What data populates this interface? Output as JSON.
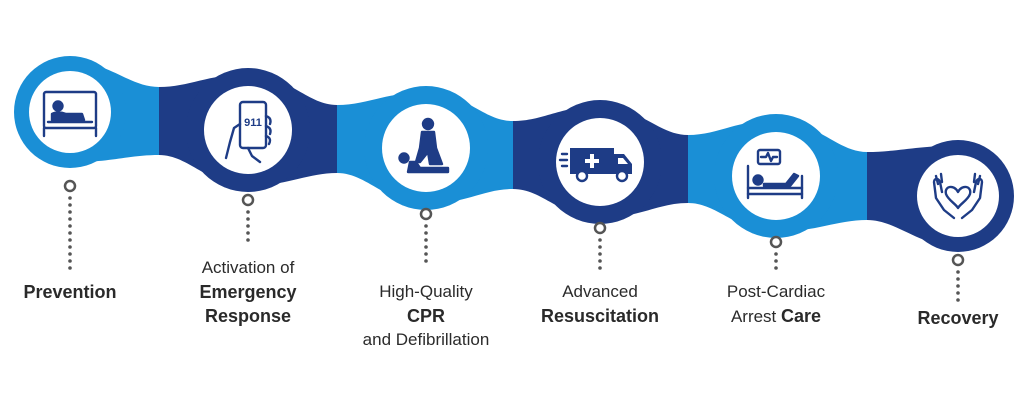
{
  "colors": {
    "light_blue": "#1a8fd6",
    "dark_blue": "#1e3c86",
    "connector": "#555555",
    "icon_stroke": "#1e3c86"
  },
  "steps": [
    {
      "id": "prevention",
      "icon": "bed-icon",
      "ring": "light",
      "lines": [
        {
          "text": "Prevention",
          "bold": true
        }
      ]
    },
    {
      "id": "activation",
      "icon": "phone-911-icon",
      "ring": "dark",
      "phone_text": "911",
      "lines": [
        {
          "text": "Activation of",
          "bold": false
        },
        {
          "text": "Emergency",
          "bold": true
        },
        {
          "text": "Response",
          "bold": true
        }
      ]
    },
    {
      "id": "cpr",
      "icon": "cpr-icon",
      "ring": "light",
      "lines": [
        {
          "text": "High-Quality",
          "bold": false
        },
        {
          "text": "CPR",
          "bold": true
        },
        {
          "text": "and Defibrillation",
          "bold": false
        }
      ]
    },
    {
      "id": "resuscitation",
      "icon": "ambulance-icon",
      "ring": "dark",
      "lines": [
        {
          "text": "Advanced",
          "bold": false
        },
        {
          "text": "Resuscitation",
          "bold": true
        }
      ]
    },
    {
      "id": "post-cardiac",
      "icon": "hospital-bed-icon",
      "ring": "light",
      "lines": [
        {
          "text": "Post-Cardiac",
          "bold": false
        },
        {
          "text": "Arrest",
          "bold": false,
          "suffix": "Care"
        }
      ]
    },
    {
      "id": "recovery",
      "icon": "hands-heart-icon",
      "ring": "dark",
      "lines": [
        {
          "text": "Recovery",
          "bold": true
        }
      ]
    }
  ]
}
